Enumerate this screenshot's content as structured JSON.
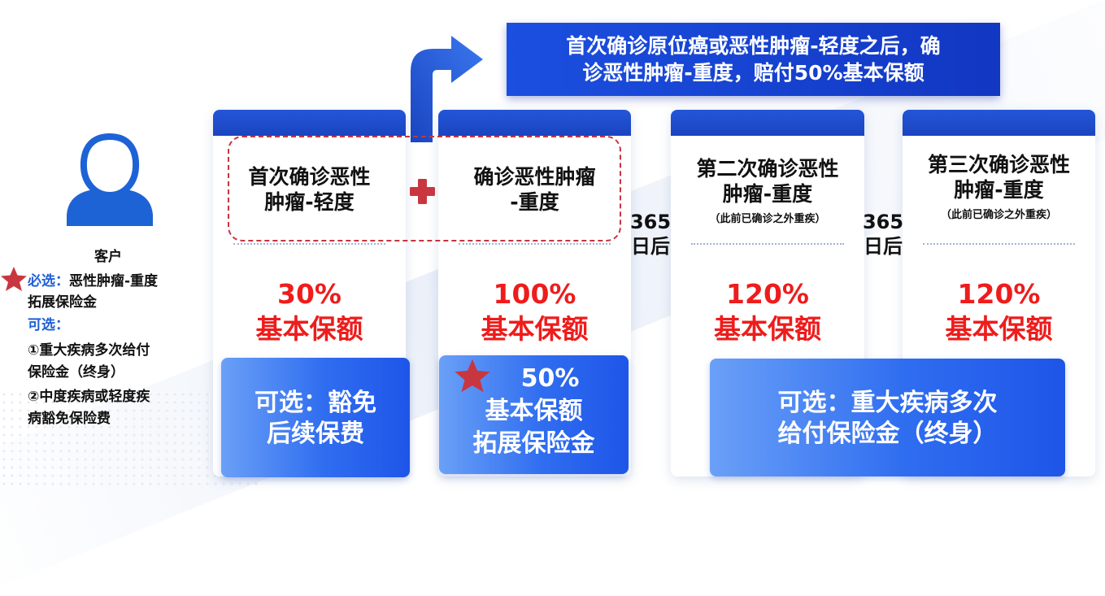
{
  "banner": {
    "line1": "首次确诊原位癌或恶性肿瘤-轻度之后，确",
    "line2": "诊恶性肿瘤-重度，赔付50%基本保额"
  },
  "customer": {
    "label": "客户",
    "required_label": "必选：",
    "required_line1": "恶性肿瘤-重度",
    "required_line2": "拓展保险金",
    "optional_label": "可选：",
    "optional_items": [
      "①重大疾病多次给付",
      "保险金（终身）",
      "②中度疾病或轻度疾",
      "病豁免保险费"
    ]
  },
  "plus_sign": "+",
  "stages": [
    {
      "title_line1": "首次确诊恶性",
      "title_line2": "肿瘤-轻度",
      "note": "",
      "percent": "30%",
      "percent_label": "基本保额"
    },
    {
      "title_line1": "确诊恶性肿瘤",
      "title_line2": "-重度",
      "note": "",
      "percent": "100%",
      "percent_label": "基本保额"
    },
    {
      "title_line1": "第二次确诊恶性",
      "title_line2": "肿瘤-重度",
      "note": "（此前已确诊之外重疾）",
      "percent": "120%",
      "percent_label": "基本保额"
    },
    {
      "title_line1": "第三次确诊恶性",
      "title_line2": "肿瘤-重度",
      "note": "（此前已确诊之外重疾）",
      "percent": "120%",
      "percent_label": "基本保额"
    }
  ],
  "gaps": [
    {
      "days": "365",
      "unit": "日后"
    },
    {
      "days": "365",
      "unit": "日后"
    }
  ],
  "options": {
    "waiver_line1": "可选：豁免",
    "waiver_line2": "后续保费",
    "extension_line1": "50%",
    "extension_line2": "基本保额",
    "extension_line3": "拓展保险金",
    "multi_line1": "可选：重大疾病多次",
    "multi_line2": "给付保险金（终身）"
  },
  "colors": {
    "primary_blue": "#1a44c0",
    "accent_red": "#ee1c1c",
    "star_red": "#c8373f",
    "dashed_red": "#c7343f"
  },
  "icons": [
    "customer-avatar-icon",
    "star-icon",
    "plus-icon",
    "up-right-arrow-icon"
  ]
}
